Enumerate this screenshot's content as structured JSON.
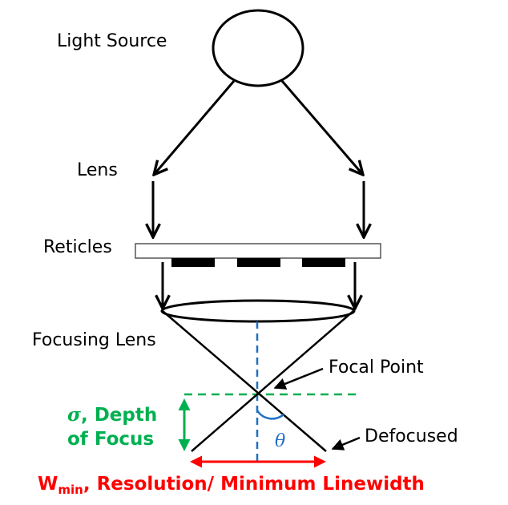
{
  "diagram": {
    "title": "Photolithography optical system",
    "labels": {
      "light_source": "Light Source",
      "lens": "Lens",
      "reticles": "Reticles",
      "focusing_lens": "Focusing Lens",
      "focal_point": "Focal Point",
      "defocused": "Defocused",
      "depth_symbol": "σ",
      "depth_line1": ", Depth",
      "depth_line2": "of Focus",
      "angle_symbol": "θ",
      "resolution_main": "W",
      "resolution_sub": "min",
      "resolution_rest": ", Resolution/ Minimum Linewidth"
    },
    "colors": {
      "stroke": "#000000",
      "depth_of_focus": "#00B050",
      "resolution": "#FF0000",
      "axis": "#1F6FC5"
    }
  }
}
